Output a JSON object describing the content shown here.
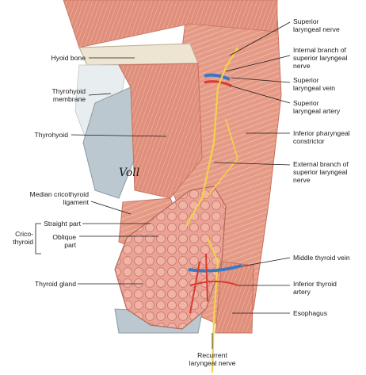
{
  "labels": {
    "hyoid_bone": "Hyoid bone",
    "thyrohyoid_membrane": [
      "Thyrohyoid",
      "membrane"
    ],
    "thyrohyoid": "Thyrohyoid",
    "median_cricothyroid": [
      "Median cricothyroid",
      "ligament"
    ],
    "straight_part": "Straight part",
    "crico_thyroid": [
      "Crico-",
      "thyroid"
    ],
    "oblique_part": [
      "Oblique",
      "part"
    ],
    "thyroid_gland": "Thyroid gland",
    "superior_laryngeal_nerve": [
      "Superior",
      "laryngeal nerve"
    ],
    "internal_branch": [
      "Internal branch of",
      "superior laryngeal",
      "nerve"
    ],
    "superior_laryngeal_vein": [
      "Superior",
      "laryngeal vein"
    ],
    "superior_laryngeal_artery": [
      "Superior",
      "laryngeal artery"
    ],
    "inferior_pharyngeal_constrictor": [
      "Inferior pharyngeal",
      "constrictor"
    ],
    "external_branch": [
      "External branch of",
      "superior laryngeal",
      "nerve"
    ],
    "middle_thyroid_vein": "Middle thyroid vein",
    "inferior_thyroid_artery": [
      "Inferior thyroid",
      "artery"
    ],
    "esophagus": "Esophagus",
    "recurrent_laryngeal_nerve": [
      "Recurrent",
      "laryngeal nerve"
    ]
  },
  "signature": "Voll",
  "colors": {
    "muscle": "#e59a86",
    "muscle_dark": "#c9705c",
    "cartilage": "#bcc8cf",
    "membrane": "#e8edf0",
    "gland": "#eaa396",
    "nerve": "#f2d24a",
    "artery": "#d83a2e",
    "vein": "#3a78c4",
    "leader": "#1a1a1a"
  }
}
